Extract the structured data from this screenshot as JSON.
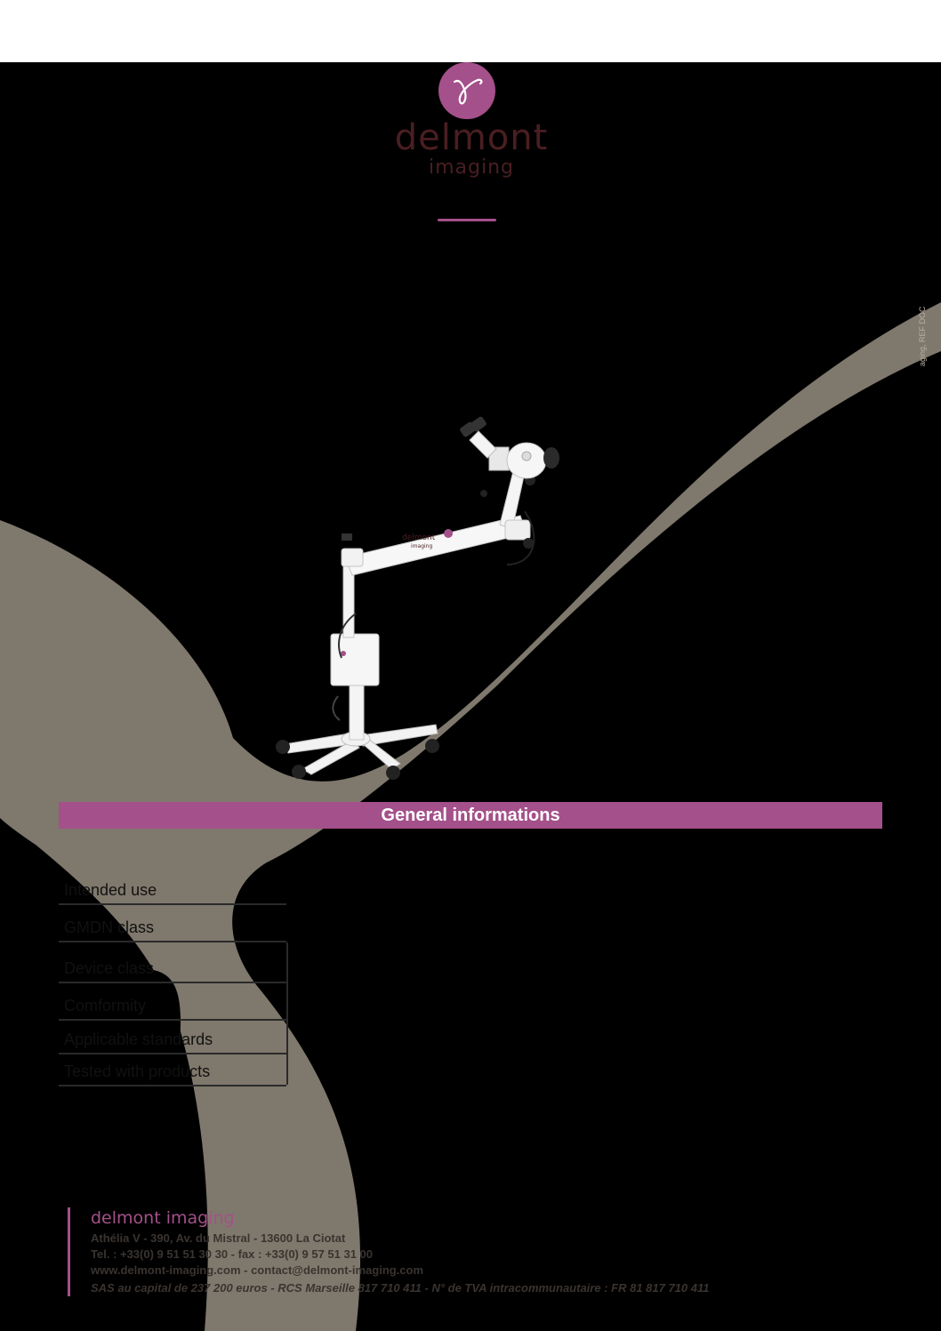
{
  "logo": {
    "name": "delmont",
    "sub": "imaging",
    "colors": {
      "accent": "#a4508a",
      "brand_text": "#4a1e22"
    }
  },
  "side_reference": "aging, REF DOC",
  "device_image": {
    "label_main": "delmont",
    "label_sub": "imaging"
  },
  "section": {
    "title": "General informations"
  },
  "info_rows": [
    {
      "label": "Intended use"
    },
    {
      "label": "GMDN class"
    },
    {
      "label": "Device class"
    },
    {
      "label": "Comformity"
    },
    {
      "label": "Applicable standards"
    },
    {
      "label": "Tested with products"
    }
  ],
  "footer": {
    "company": "delmont imaging",
    "address": "Athélia V - 390, Av. du Mistral - 13600 La Ciotat",
    "phone": "Tel. : +33(0) 9 51 51 30 30 - fax : +33(0) 9 57 51 31 00",
    "web": "www.delmont-imaging.com - contact@delmont-imaging.com",
    "legal": "SAS au capital de 237 200 euros - RCS Marseille 817 710 411 - N° de TVA intracommunautaire : FR 81 817 710 411"
  },
  "colors": {
    "background": "#000000",
    "swoosh": "#7f786c",
    "accent": "#a4508a"
  }
}
